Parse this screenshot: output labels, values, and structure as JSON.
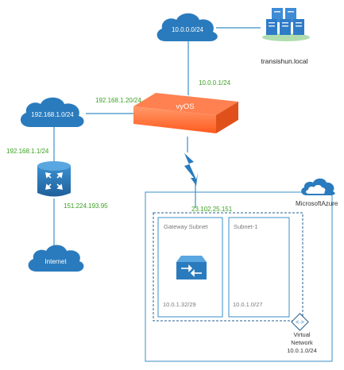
{
  "clouds": {
    "top": "10.0.0.0/24",
    "left": "192.168.1.0/24",
    "internet": "Internet"
  },
  "links": {
    "vyos_top": "10.0.0.1/24",
    "vyos_left": "192.168.1.20/24",
    "router_top": "192.168.1.1/24",
    "router_bottom": "151.224.193.95",
    "azure_gateway": "23.102.25.151"
  },
  "server_label": "transishun.local",
  "vyos_label": "vyOS",
  "azure": {
    "label": "MicrosoftAzure",
    "gateway_subnet": {
      "title": "Gateway Subnet",
      "cidr": "10.0.1.32/29"
    },
    "subnet1": {
      "title": "Subnet-1",
      "cidr": "10.0.1.0/27"
    },
    "vnet": {
      "line1": "Virtual",
      "line2": "Network",
      "cidr": "10.0.1.0/24"
    }
  },
  "colors": {
    "icon_blue": "#2a7bbd",
    "green_text": "#3aa021",
    "vyos_orange": "#ff6a2e",
    "link": "#3b8fc7",
    "box_line": "#3b8fc7",
    "subnet_text": "#7a7a7a"
  }
}
